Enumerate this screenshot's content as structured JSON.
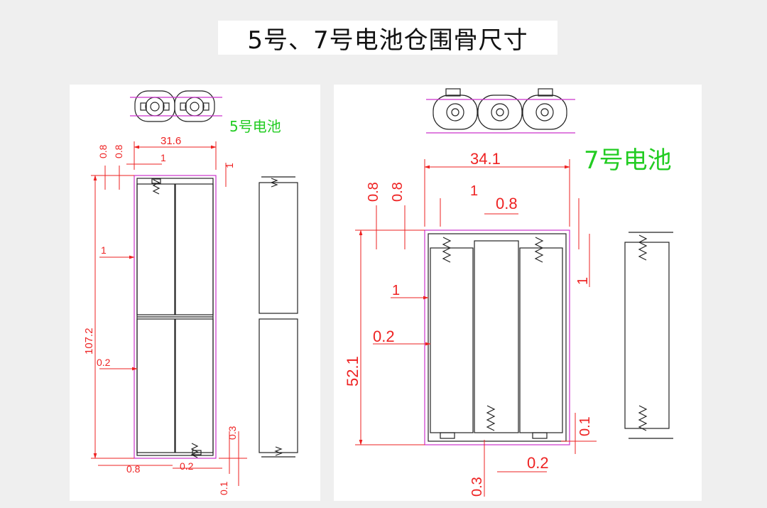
{
  "title": "5号、7号电池仓围骨尺寸",
  "left": {
    "label": "5号电池",
    "label_color": "#22cc22",
    "dims": {
      "width": "31.6",
      "top_a": "0.8",
      "top_b": "0.8",
      "top_c": "1",
      "top_right": "1",
      "wall": "1",
      "gap": "0.2",
      "height": "107.2",
      "bottom_a": "0.8",
      "bottom_b": "0.2",
      "bottom_c": "0.3",
      "bottom_d": "0.1"
    }
  },
  "right": {
    "label": "7号电池",
    "label_color": "#22cc22",
    "dims": {
      "width": "34.1",
      "top_a": "0.8",
      "top_b": "0.8",
      "top_c": "1",
      "top_d": "0.8",
      "right_side": "1",
      "wall": "1",
      "gap": "0.2",
      "height": "52.1",
      "bottom_a": "0.1",
      "bottom_b": "0.2",
      "bottom_c": "0.3"
    }
  },
  "colors": {
    "dimension": "#ee2222",
    "outline": "#cc33cc",
    "drawing": "#222222"
  }
}
